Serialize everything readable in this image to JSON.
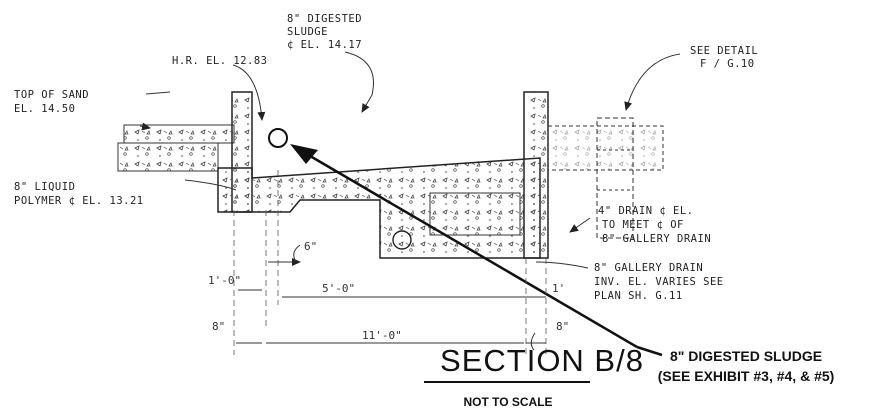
{
  "labels": {
    "digested_sludge": [
      "8\" DIGESTED",
      "SLUDGE",
      "¢ EL. 14.17"
    ],
    "hr_el": "H.R. EL. 12.83",
    "top_of_sand": [
      "TOP OF SAND",
      "EL. 14.50"
    ],
    "liquid_polymer": [
      "8\" LIQUID",
      "POLYMER ¢ EL. 13.21"
    ],
    "see_detail": [
      "SEE DETAIL",
      "F / G.10"
    ],
    "drain": [
      "4\" DRAIN ¢ EL.",
      "TO MEET ¢ OF",
      "8\" GALLERY DRAIN"
    ],
    "gallery_drain": [
      "8\" GALLERY DRAIN",
      "INV. EL. VARIES  SEE",
      "PLAN SH. G.11"
    ]
  },
  "dimensions": {
    "d_6in": "6\"",
    "d_1ft6": "1'-0\"",
    "d_5ft": "5'-0\"",
    "d_1ft_r": "1'",
    "d_8in_l": "8\"",
    "d_11ft": "11'-0\"",
    "d_8in_r": "8\""
  },
  "title": "SECTION B/8",
  "subtitle": "NOT TO SCALE",
  "callout": [
    "8\" DIGESTED SLUDGE",
    "(SEE EXHIBIT #3, #4, & #5)"
  ],
  "colors": {
    "ink": "#111111",
    "pencil": "#333333"
  }
}
